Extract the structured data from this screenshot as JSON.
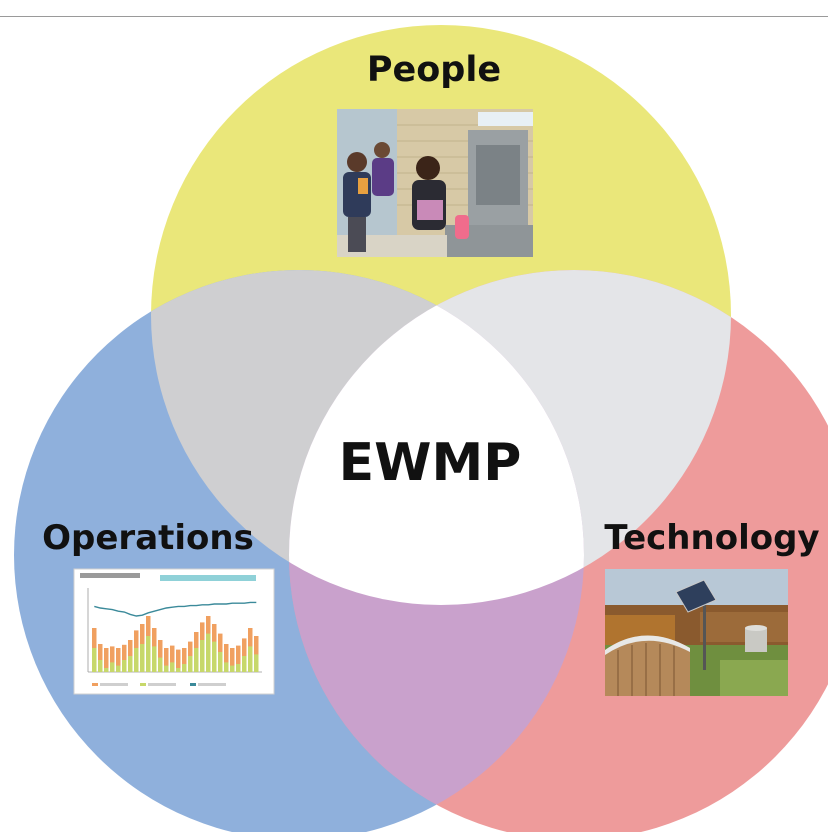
{
  "diagram": {
    "type": "venn",
    "center_label": "EWMP",
    "sets": [
      {
        "label": "People",
        "color": "#EAE77A",
        "image": "children-at-water-bottle-filling-station"
      },
      {
        "label": "Operations",
        "color": "#8FB0DC",
        "image": "water-usage-bar-chart"
      },
      {
        "label": "Technology",
        "color": "#EE9B9B",
        "image": "solar-panel-and-cistern-installation"
      }
    ],
    "overlap_colors": {
      "people_operations": "#CFCFD1",
      "people_technology": "#E4E5E8",
      "operations_technology": "#C9A1CC",
      "all_three": "#FFFFFF"
    },
    "operations_chart": {
      "bars_orange": [
        0.55,
        0.35,
        0.3,
        0.32,
        0.3,
        0.34,
        0.4,
        0.52,
        0.6,
        0.7,
        0.55,
        0.4,
        0.3,
        0.33,
        0.28,
        0.3,
        0.38,
        0.5,
        0.62,
        0.7,
        0.6,
        0.48,
        0.35,
        0.3,
        0.33,
        0.42,
        0.55,
        0.45
      ],
      "bars_green": [
        0.3,
        0.15,
        0.05,
        0.12,
        0.08,
        0.15,
        0.2,
        0.3,
        0.35,
        0.45,
        0.32,
        0.18,
        0.08,
        0.12,
        0.05,
        0.1,
        0.2,
        0.3,
        0.4,
        0.48,
        0.38,
        0.25,
        0.12,
        0.08,
        0.1,
        0.2,
        0.32,
        0.22
      ],
      "line": [
        0.82,
        0.8,
        0.79,
        0.78,
        0.76,
        0.75,
        0.72,
        0.7,
        0.71,
        0.74,
        0.76,
        0.78,
        0.8,
        0.81,
        0.82,
        0.82,
        0.83,
        0.83,
        0.84,
        0.84,
        0.85,
        0.85,
        0.85,
        0.86,
        0.86,
        0.86,
        0.87,
        0.87
      ]
    }
  }
}
